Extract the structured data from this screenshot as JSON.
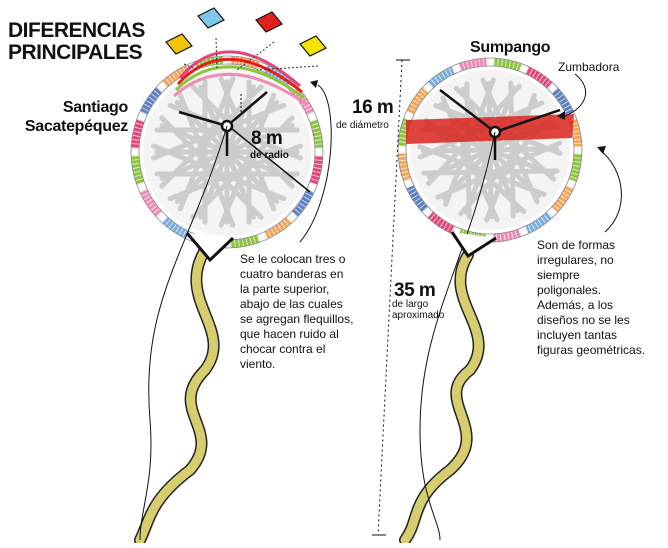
{
  "header": {
    "title_line1": "DIFERENCIAS",
    "title_line2": "PRINCIPALES"
  },
  "left_kite": {
    "name_line1": "Santiago",
    "name_line2": "Sacatepéquez",
    "radius_value": "8 m",
    "radius_label": "de radio",
    "description": "Se le colocan tres o cuatro banderas en la parte superior, abajo de las cuales se agregan flequillos, que hacen ruido al chocar contra el viento.",
    "flag_colors": [
      "#f5c400",
      "#7fc7e8",
      "#e3201b",
      "#f5e400"
    ],
    "arc_colors": [
      "#e8427c",
      "#e3201b",
      "#8cc63f",
      "#f08bb5"
    ]
  },
  "right_kite": {
    "name": "Sumpango",
    "diameter_value": "16 m",
    "diameter_label": "de diámetro",
    "length_value": "35 m",
    "length_label": "de largo aproximado",
    "buzzer_label": "Zumbadora",
    "description": "Son de formas irregulares, no siempre poligonales. Además, a los diseños no se les incluyen tantas figuras geométricas."
  },
  "palette": {
    "segments": [
      "#f6a65a",
      "#7aaee0",
      "#f08bb5",
      "#8cc63f",
      "#e8427c",
      "#5c7fc4",
      "#f6a65a",
      "#8cc63f"
    ],
    "tail": "#d6ce6e",
    "buzzer": "#d9251c"
  }
}
